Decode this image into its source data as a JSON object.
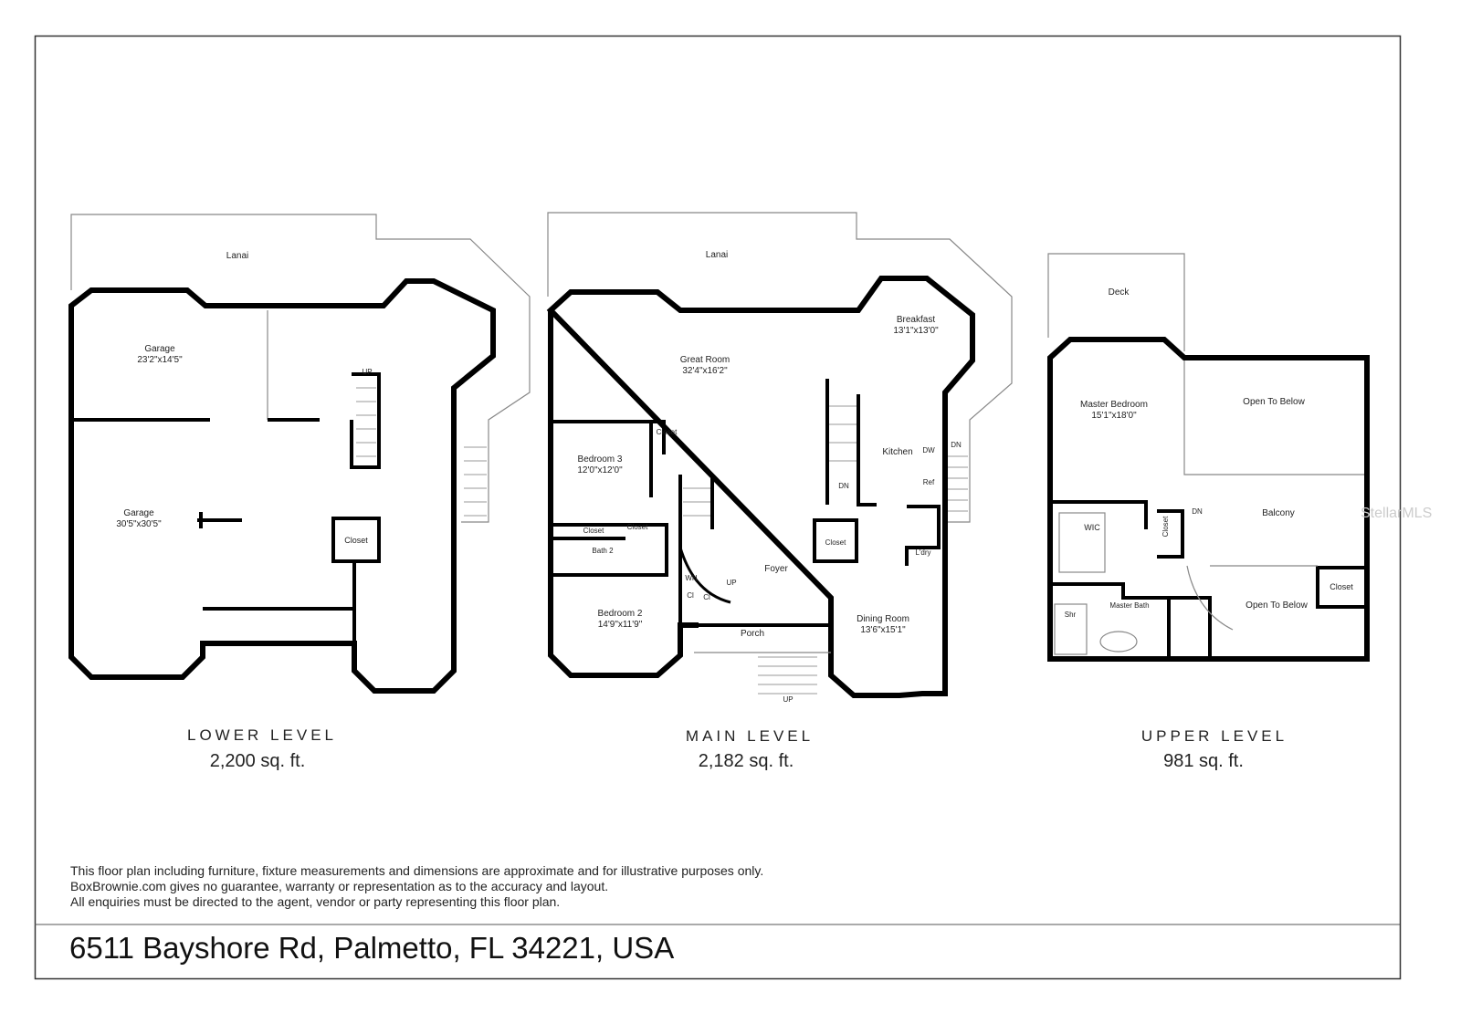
{
  "levels": {
    "lower": {
      "name": "LOWER LEVEL",
      "area": "2,200 sq. ft.",
      "rooms": {
        "lanai": "Lanai",
        "garage1": "Garage",
        "garage1_dim": "23'2\"x14'5\"",
        "garage2": "Garage",
        "garage2_dim": "30'5\"x30'5\"",
        "closet": "Closet",
        "up": "UP"
      }
    },
    "main": {
      "name": "MAIN LEVEL",
      "area": "2,182 sq. ft.",
      "rooms": {
        "lanai": "Lanai",
        "great": "Great Room",
        "great_dim": "32'4\"x16'2\"",
        "breakfast": "Breakfast",
        "breakfast_dim": "13'1\"x13'0\"",
        "kitchen": "Kitchen",
        "dw": "DW",
        "ref": "Ref",
        "dn1": "DN",
        "dn2": "DN",
        "bed3": "Bedroom 3",
        "bed3_dim": "12'0\"x12'0\"",
        "closet1": "Closet",
        "closet2": "Closet",
        "closet3": "Closet",
        "closet4": "Closet",
        "bath2": "Bath 2",
        "wh": "WH",
        "cl1": "Cl",
        "cl2": "Cl",
        "up1": "UP",
        "foyer": "Foyer",
        "ldry": "L'dry",
        "bed2": "Bedroom 2",
        "bed2_dim": "14'9\"x11'9\"",
        "porch": "Porch",
        "up2": "UP",
        "dining": "Dining Room",
        "dining_dim": "13'6\"x15'1\""
      }
    },
    "upper": {
      "name": "UPPER LEVEL",
      "area": "981 sq. ft.",
      "rooms": {
        "deck": "Deck",
        "master": "Master Bedroom",
        "master_dim": "15'1\"x18'0\"",
        "open1": "Open To Below",
        "wic": "WIC",
        "closet1": "Closet",
        "dn": "DN",
        "balcony": "Balcony",
        "closet2": "Closet",
        "master_bath": "Master Bath",
        "shr": "Shr",
        "open2": "Open To Below"
      }
    }
  },
  "watermark": "StellarMLS",
  "disclaimer": [
    "This floor plan including furniture, fixture measurements and dimensions are approximate and for illustrative purposes only.",
    "BoxBrownie.com gives no guarantee, warranty or representation as to the accuracy and layout.",
    "All enquiries must be directed to the agent, vendor or party representing this floor plan."
  ],
  "address": "6511 Bayshore Rd, Palmetto, FL 34221, USA"
}
